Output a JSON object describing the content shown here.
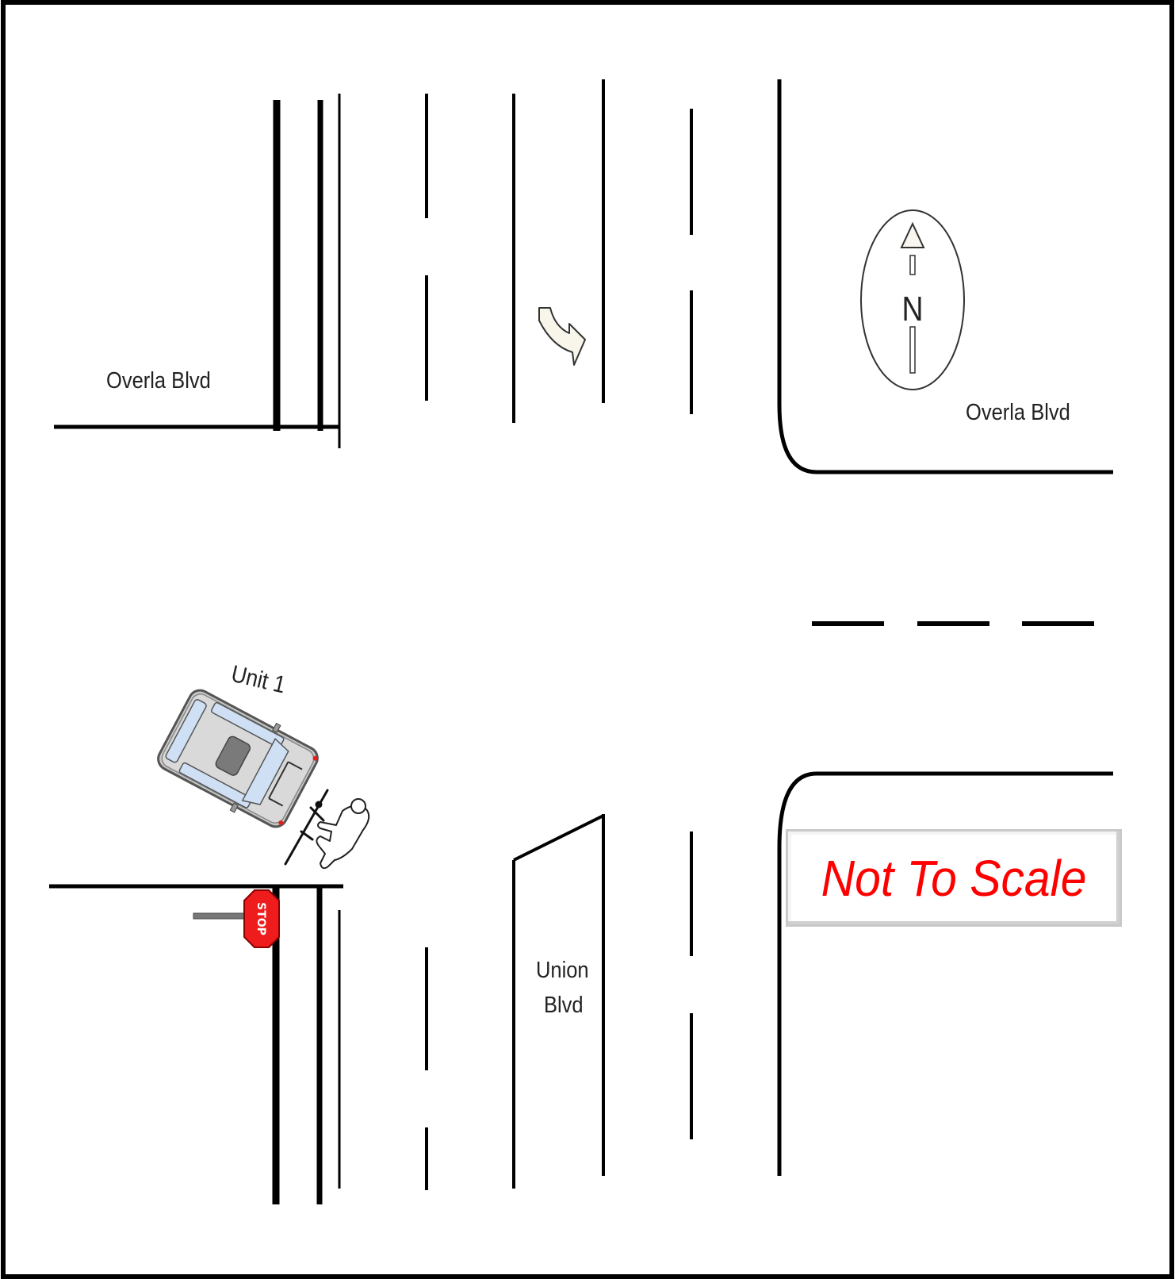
{
  "labels": {
    "street_nw": "Overla Blvd",
    "street_ne": "Overla Blvd",
    "street_south_line1": "Union",
    "street_south_line2": "Blvd",
    "vehicle": "Unit 1",
    "compass": "N",
    "stop_sign": "STOP",
    "scale_note": "Not To Scale"
  },
  "colors": {
    "lines": "#000000",
    "scale_text": "#ff0000",
    "stop_sign": "#ee1c1c",
    "vehicle_body": "#c8c8c8",
    "vehicle_glass": "#cfe0f5"
  },
  "icons": [
    "compass-north-icon",
    "turn-arrow-icon",
    "vehicle-icon",
    "bicycle-icon",
    "pedestrian-icon",
    "stop-sign-icon"
  ]
}
